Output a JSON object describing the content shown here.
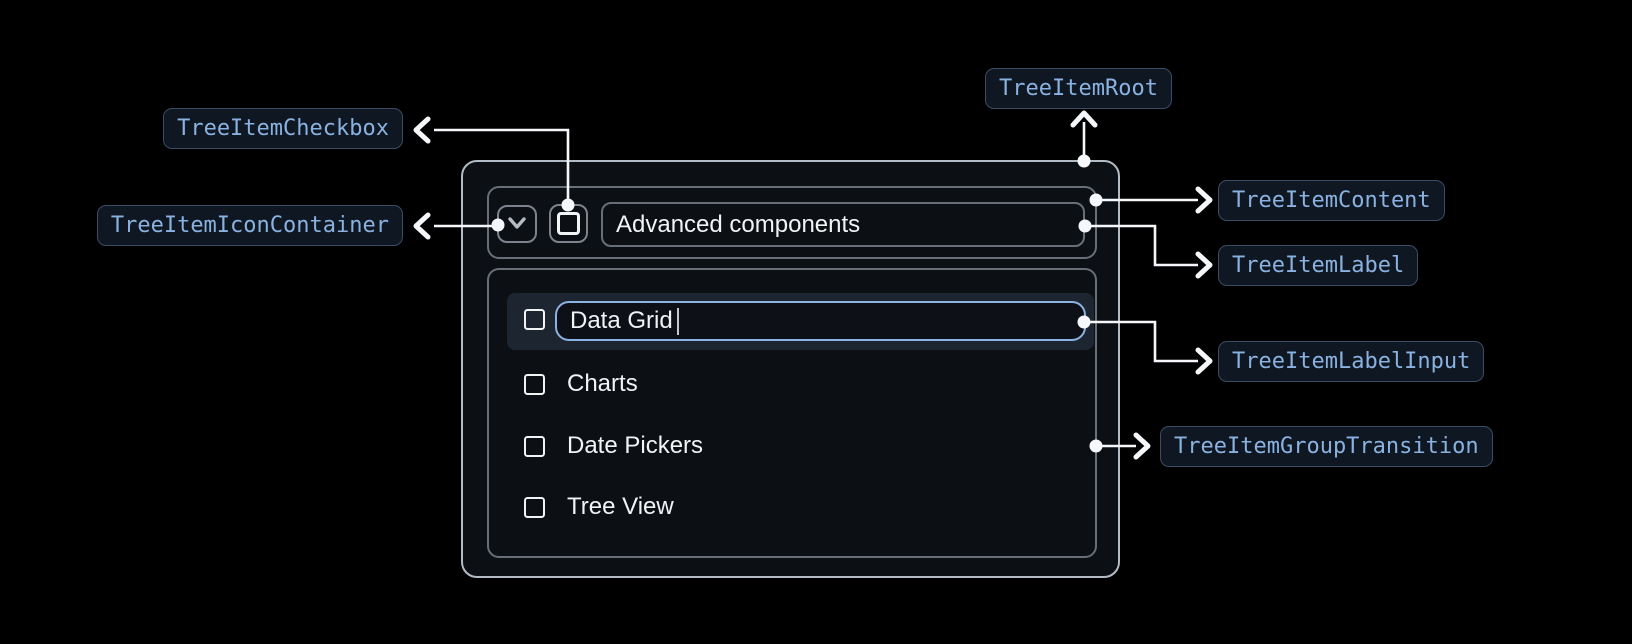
{
  "annotations": {
    "root": {
      "label": "TreeItemRoot"
    },
    "checkbox": {
      "label": "TreeItemCheckbox"
    },
    "icon_container": {
      "label": "TreeItemIconContainer"
    },
    "content": {
      "label": "TreeItemContent"
    },
    "label": {
      "label": "TreeItemLabel"
    },
    "label_input": {
      "label": "TreeItemLabelInput"
    },
    "group_transition": {
      "label": "TreeItemGroupTransition"
    }
  },
  "tree_item": {
    "parent": {
      "label": "Advanced components",
      "expanded": true,
      "checked": false
    },
    "label_input": {
      "value": "Data Grid",
      "editing": true
    },
    "children": [
      {
        "label": "Charts",
        "checked": false
      },
      {
        "label": "Date Pickers",
        "checked": false
      },
      {
        "label": "Tree View",
        "checked": false
      }
    ]
  },
  "icons": {
    "expand_icon": "chevron-down",
    "checkbox_icon": "unchecked-square"
  },
  "colors": {
    "background": "#000000",
    "card_background": "#0c0f14",
    "card_border": "#b3bbc4",
    "box_border": "#686f78",
    "row_highlight": "#1d2531",
    "input_border": "#8ab2e2",
    "connector": "#f5f7fa",
    "annotation_text": "#8ab2e0",
    "annotation_border": "#3b4c63",
    "annotation_background": "#0f1722",
    "text": "#f2f3f5"
  }
}
